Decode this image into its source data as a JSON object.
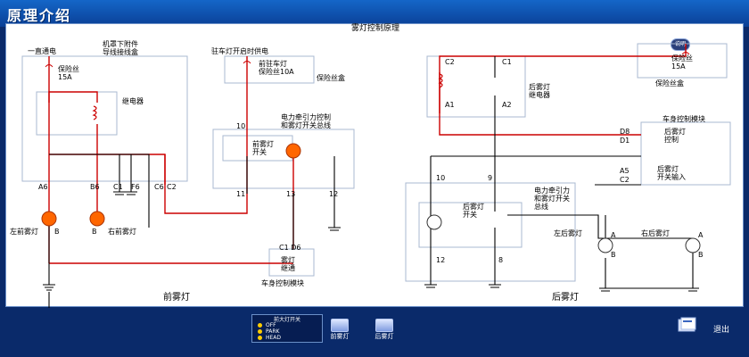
{
  "header": {
    "title": "原理介绍",
    "badge": "说明"
  },
  "diagram": {
    "title": "雾灯控制原理",
    "front": {
      "section_label": "前雾灯",
      "always_power": "一直通电",
      "fuse_box_label": "机罩下附件\n导线接线盒",
      "fuse_label": "保险丝\n15A",
      "relay_label": "继电器",
      "park_power": "驻车灯开启时供电",
      "park_fuse": "前驻车灯\n保险丝10A",
      "fuse_box2": "保险丝盒",
      "traction_label": "电力牵引力控制\n和雾灯开关总线",
      "front_switch": "前雾灯\n开关",
      "switch_pins": [
        "10",
        "11",
        "13",
        "12"
      ],
      "pins": [
        "A6",
        "B6",
        "C1",
        "F6",
        "C6",
        "C2"
      ],
      "left_lamp": "左前雾灯",
      "right_lamp": "右前雾灯",
      "lamp_pins": [
        "B",
        "B"
      ],
      "module_pins": "C1 D6",
      "module_label": "雾灯\n继通",
      "body_module": "车身控制模块"
    },
    "rear": {
      "section_label": "后雾灯",
      "fuse_label": "保险丝\n15A",
      "fuse_box": "保险丝盒",
      "relay_pins": [
        "C2",
        "C1",
        "A1",
        "A2"
      ],
      "relay_label": "后雾灯\n继电器",
      "body_module": "车身控制模块",
      "module_pins": [
        "D8",
        "D1",
        "A5",
        "C2"
      ],
      "rear_control": "后雾灯\n控制",
      "switch_input": "后雾灯\n开关输入",
      "switch_pins": [
        "10",
        "9",
        "12",
        "8"
      ],
      "traction_label": "电力牵引力\n和雾灯开关\n总线",
      "rear_switch": "后雾灯\n开关",
      "left_lamp": "左后雾灯",
      "right_lamp": "右后雾灯",
      "lamp_pins": [
        "A",
        "B",
        "A",
        "B"
      ]
    }
  },
  "controls": {
    "switch_title": "前大灯开关",
    "options": [
      "OFF",
      "PARK",
      "HEAD"
    ],
    "btn_front": "前雾灯",
    "btn_rear": "后雾灯",
    "exit": "退出"
  },
  "colors": {
    "wire_red": "#cc0000",
    "wire_black": "#000000",
    "lamp": "#ff6600"
  }
}
